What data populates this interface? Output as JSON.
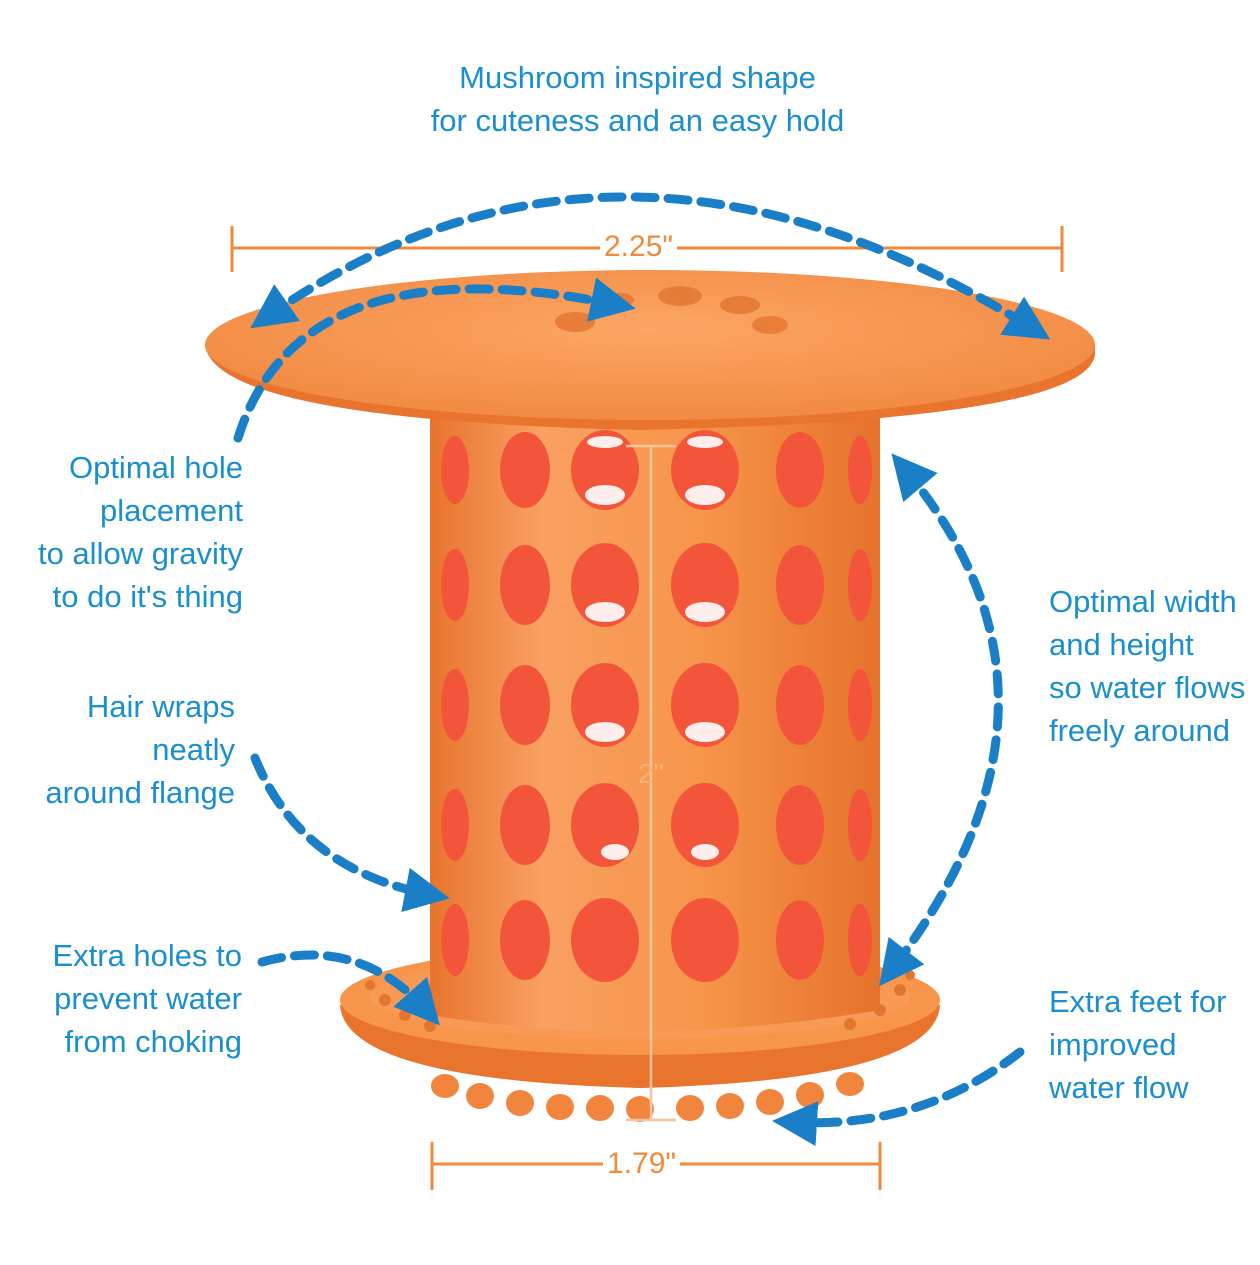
{
  "callouts": {
    "mushroom": [
      "Mushroom inspired shape",
      "for cuteness and an easy hold"
    ],
    "hole_placement": [
      "Optimal hole",
      "placement",
      "to allow gravity",
      "to do it's thing"
    ],
    "hair_wraps": [
      "Hair wraps",
      "neatly",
      "around flange"
    ],
    "extra_holes": [
      "Extra holes to",
      "prevent water",
      "from choking"
    ],
    "width_height": [
      "Optimal width",
      "and height",
      "so water flows",
      "freely around"
    ],
    "extra_feet": [
      "Extra feet for",
      "improved",
      "water flow"
    ]
  },
  "dimensions": {
    "top_width": "2.25\"",
    "height": "2\"",
    "base_width": "1.79\""
  },
  "colors": {
    "callout_text": "#1a8fcd",
    "arrow": "#1a7fc7",
    "dimension_line": "#f08a3c",
    "product_orange": "#f7954a",
    "product_shadow": "#e8742e",
    "hole_red": "#f2553a"
  }
}
